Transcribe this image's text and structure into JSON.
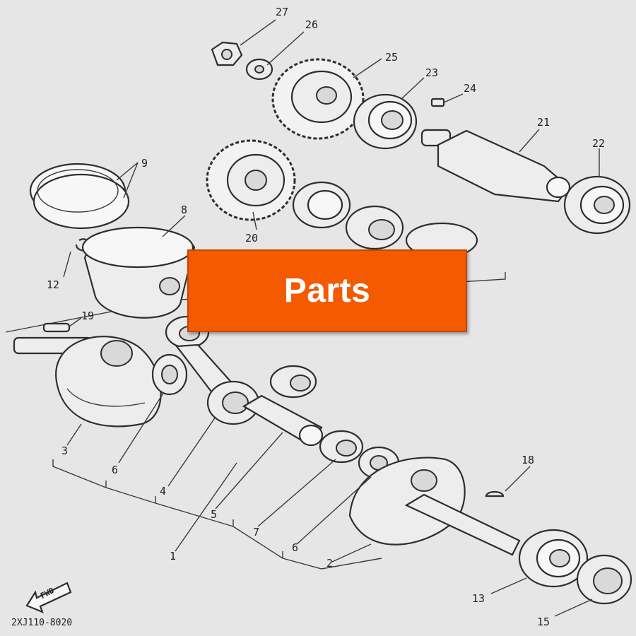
{
  "diagram": {
    "callouts": {
      "c1": "1",
      "c2": "2",
      "c3": "3",
      "c4": "4",
      "c5": "5",
      "c6a": "6",
      "c6b": "6",
      "c7": "7",
      "c8": "8",
      "c9": "9",
      "c12": "12",
      "c13": "13",
      "c15": "15",
      "c18": "18",
      "c19": "19",
      "c20": "20",
      "c21": "21",
      "c22": "22",
      "c23": "23",
      "c24": "24",
      "c25": "25",
      "c26": "26",
      "c27": "27"
    },
    "fwd_label": "FWD",
    "footer_code": "2XJ110-8020"
  },
  "banner": {
    "label": "Parts",
    "color": "#f45a00"
  }
}
